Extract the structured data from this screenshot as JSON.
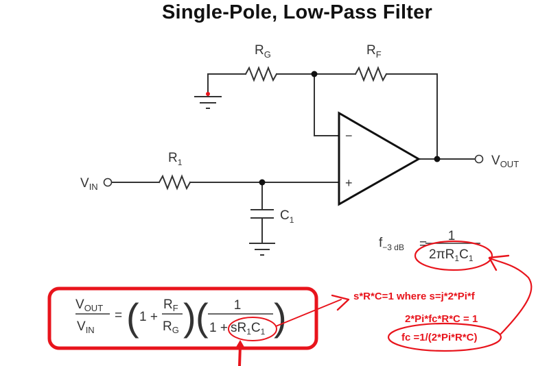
{
  "title": "Single-Pole, Low-Pass Filter",
  "schematic": {
    "components": {
      "rg": {
        "name": "R",
        "sub": "G"
      },
      "rf": {
        "name": "R",
        "sub": "F"
      },
      "r1": {
        "name": "R",
        "sub": "1"
      },
      "c1": {
        "name": "C",
        "sub": "1"
      },
      "vin": {
        "name": "V",
        "sub": "IN"
      },
      "vout": {
        "name": "V",
        "sub": "OUT"
      }
    },
    "opamp": {
      "inverting": "−",
      "non_inverting": "+"
    }
  },
  "cutoff_formula": {
    "lhs": "f",
    "lhs_sub": "−3 dB",
    "equals": "=",
    "numerator": "1",
    "denominator": {
      "prefix": "2πR",
      "sub1": "1",
      "mid": "C",
      "sub2": "1"
    }
  },
  "transfer_function": {
    "num": {
      "name": "V",
      "sub": "OUT"
    },
    "den": {
      "name": "V",
      "sub": "IN"
    },
    "equals": "=",
    "term1_one": "1 +",
    "rf": {
      "name": "R",
      "sub": "F"
    },
    "rg": {
      "name": "R",
      "sub": "G"
    },
    "term2_num": "1",
    "term2_den_prefix": "1 +",
    "term2_den": {
      "prefix": "sR",
      "sub1": "1",
      "mid": "C",
      "sub2": "1"
    }
  },
  "annotations": {
    "line1": "s*R*C=1 where s=j*2*Pi*f",
    "line2": "2*Pi*fc*R*C = 1",
    "line3": "fc =1/(2*Pi*R*C)",
    "color": "#e8141c"
  }
}
